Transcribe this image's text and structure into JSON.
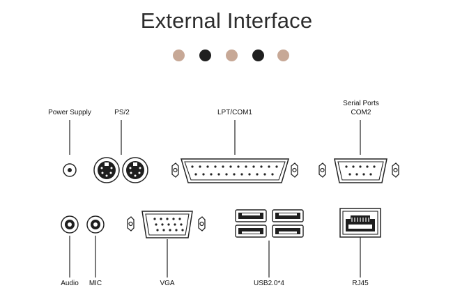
{
  "title": "External Interface",
  "accent_colors": {
    "light_dot": "#c7a896",
    "dark_dot": "#1f1f1f",
    "line": "#222222"
  },
  "ports": {
    "power_supply": "Power Supply",
    "ps2": "PS/2",
    "lpt_com1": "LPT/COM1",
    "serial_ports": "Serial Ports",
    "com2": "COM2",
    "audio": "Audio",
    "mic": "MIC",
    "vga": "VGA",
    "usb": "USB2.0*4",
    "rj45": "RJ45"
  }
}
